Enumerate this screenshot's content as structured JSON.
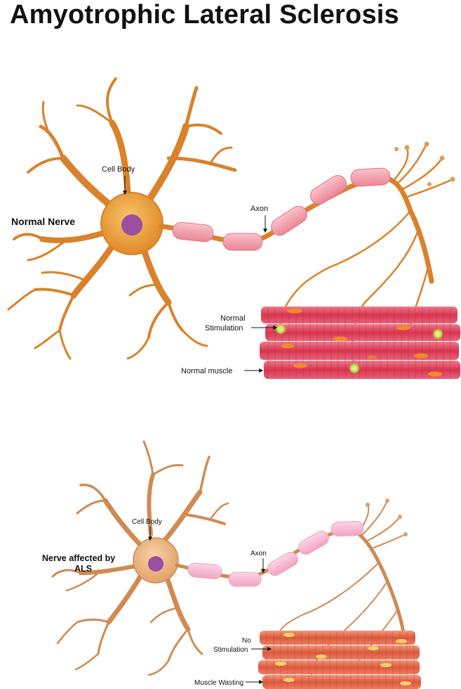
{
  "title": "Amyotrophic Lateral Sclerosis",
  "normal": {
    "side_label": "Normal Nerve",
    "cell_body": "Cell Body",
    "axon": "Axon",
    "stimulation_line1": "Normal",
    "stimulation_line2": "Stimulation",
    "muscle": "Normal muscle"
  },
  "als": {
    "side_label_line1": "Nerve affected by",
    "side_label_line2": "ALS",
    "cell_body": "Cell Body",
    "axon": "Axon",
    "stimulation_line1": "No",
    "stimulation_line2": "Stimulation",
    "muscle": "Muscle Wasting"
  },
  "colors": {
    "normal_neuron": "#d9822b",
    "normal_soma": "#f2a541",
    "als_neuron": "#d08a52",
    "als_soma": "#f3c08a",
    "nucleus": "#9b4fa0",
    "myelin_normal": "#f29aa8",
    "myelin_als": "#f6b7cf",
    "muscle_normal": "#e0455c",
    "muscle_als": "#e06a4e",
    "stim_glow": "#b8e64a",
    "muscle_nuclei_normal": "#f08a2a",
    "muscle_nuclei_als": "#f2d16a"
  }
}
